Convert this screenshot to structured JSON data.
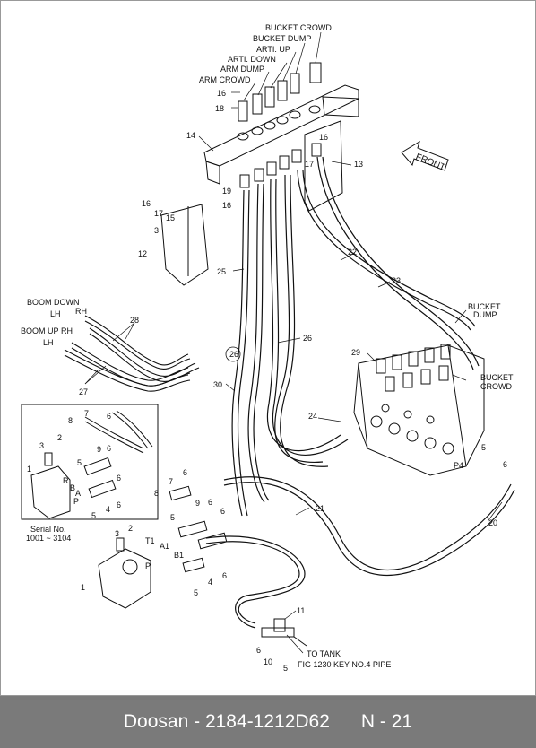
{
  "callouts": {
    "bucket_crowd": "BUCKET  CROWD",
    "bucket_dump": "BUCKET DUMP",
    "arti_up": "ARTI. UP",
    "arti_down": "ARTI. DOWN",
    "arm_dump": "ARM DUMP",
    "arm_crowd": "ARM  CROWD",
    "front": "FRONT",
    "boom_down": "BOOM DOWN",
    "boom_up": "BOOM UP",
    "lh": "LH",
    "rh": "RH",
    "bucket_dump_right_1": "BUCKET",
    "bucket_dump_right_2": "DUMP",
    "bucket_crowd_right_1": "BUCKET",
    "bucket_crowd_right_2": "CROWD",
    "serial_1": "Serial No.",
    "serial_2": "1001 ~ 3104",
    "to_tank": "TO TANK",
    "fig_ref": "FIG 1230 KEY NO.4 PIPE"
  },
  "ports": {
    "t1": "T1",
    "a1": "A1",
    "b1": "B1",
    "p": "P",
    "r": "R",
    "b": "B",
    "a": "A",
    "p4": "P4"
  },
  "part_numbers": [
    "1",
    "2",
    "3",
    "4",
    "5",
    "6",
    "7",
    "8",
    "9",
    "10",
    "11",
    "12",
    "13",
    "14",
    "15",
    "16",
    "17",
    "18",
    "19",
    "20",
    "21",
    "22",
    "23",
    "24",
    "25",
    "26",
    "27",
    "28",
    "29",
    "30"
  ],
  "footer": {
    "brand": "Doosan",
    "part_no": "2184-1212D62",
    "page": "N - 21"
  }
}
